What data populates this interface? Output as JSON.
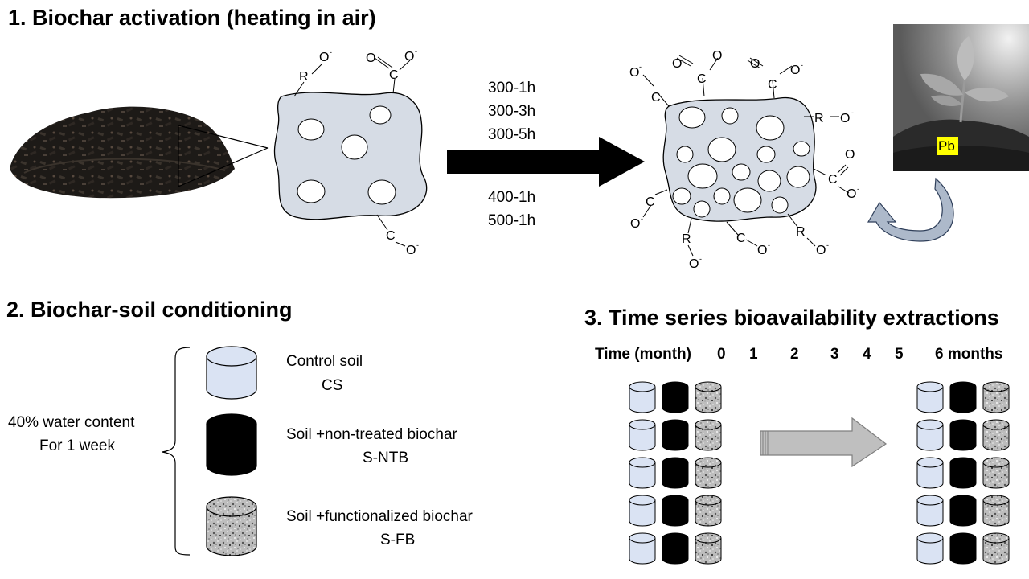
{
  "section1": {
    "title": "1. Biochar activation (heating in air)",
    "conditions": [
      "300-1h",
      "300-3h",
      "300-5h",
      "400-1h",
      "500-1h"
    ],
    "metal_label": "Pb",
    "pore_groups": {
      "r_o": "R—O⁻",
      "c": "C",
      "o": "O",
      "o_minus": "O⁻",
      "r": "R"
    }
  },
  "section2": {
    "title": "2. Biochar-soil conditioning",
    "condition_line1": "40% water content",
    "condition_line2": "For 1 week",
    "treatments": [
      {
        "label": "Control soil",
        "code": "CS"
      },
      {
        "label": "Soil +non-treated biochar",
        "code": "S-NTB"
      },
      {
        "label": "Soil +functionalized  biochar",
        "code": "S-FB"
      }
    ]
  },
  "section3": {
    "title": "3. Time series bioavailability extractions",
    "time_label": "Time (month)",
    "months": [
      "0",
      "1",
      "2",
      "3",
      "4",
      "5"
    ],
    "end_label": "6 months"
  },
  "colors": {
    "particle_fill": "#d6dce5",
    "soil_fill": "#dae3f3",
    "biochar_fill": "#000000",
    "arrow_grey": "#bfbfbf",
    "curved_arrow": "#adb9ca",
    "pb_highlight": "#ffff00"
  }
}
